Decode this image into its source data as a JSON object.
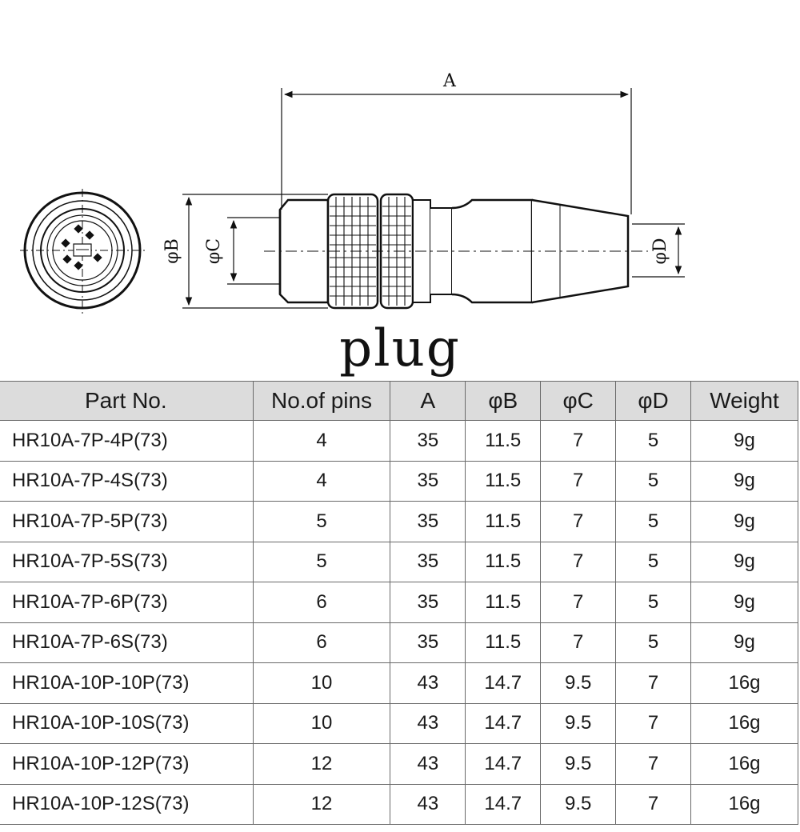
{
  "drawing": {
    "dimension_labels": {
      "a": "A",
      "b": "φB",
      "c": "φC",
      "d": "φD"
    }
  },
  "caption": "plug",
  "table": {
    "headers": [
      "Part No.",
      "No.of pins",
      "A",
      "φB",
      "φC",
      "φD",
      "Weight"
    ],
    "rows": [
      [
        "HR10A-7P-4P(73)",
        "4",
        "35",
        "11.5",
        "7",
        "5",
        "9g"
      ],
      [
        "HR10A-7P-4S(73)",
        "4",
        "35",
        "11.5",
        "7",
        "5",
        "9g"
      ],
      [
        "HR10A-7P-5P(73)",
        "5",
        "35",
        "11.5",
        "7",
        "5",
        "9g"
      ],
      [
        "HR10A-7P-5S(73)",
        "5",
        "35",
        "11.5",
        "7",
        "5",
        "9g"
      ],
      [
        "HR10A-7P-6P(73)",
        "6",
        "35",
        "11.5",
        "7",
        "5",
        "9g"
      ],
      [
        "HR10A-7P-6S(73)",
        "6",
        "35",
        "11.5",
        "7",
        "5",
        "9g"
      ],
      [
        "HR10A-10P-10P(73)",
        "10",
        "43",
        "14.7",
        "9.5",
        "7",
        "16g"
      ],
      [
        "HR10A-10P-10S(73)",
        "10",
        "43",
        "14.7",
        "9.5",
        "7",
        "16g"
      ],
      [
        "HR10A-10P-12P(73)",
        "12",
        "43",
        "14.7",
        "9.5",
        "7",
        "16g"
      ],
      [
        "HR10A-10P-12S(73)",
        "12",
        "43",
        "14.7",
        "9.5",
        "7",
        "16g"
      ]
    ]
  }
}
